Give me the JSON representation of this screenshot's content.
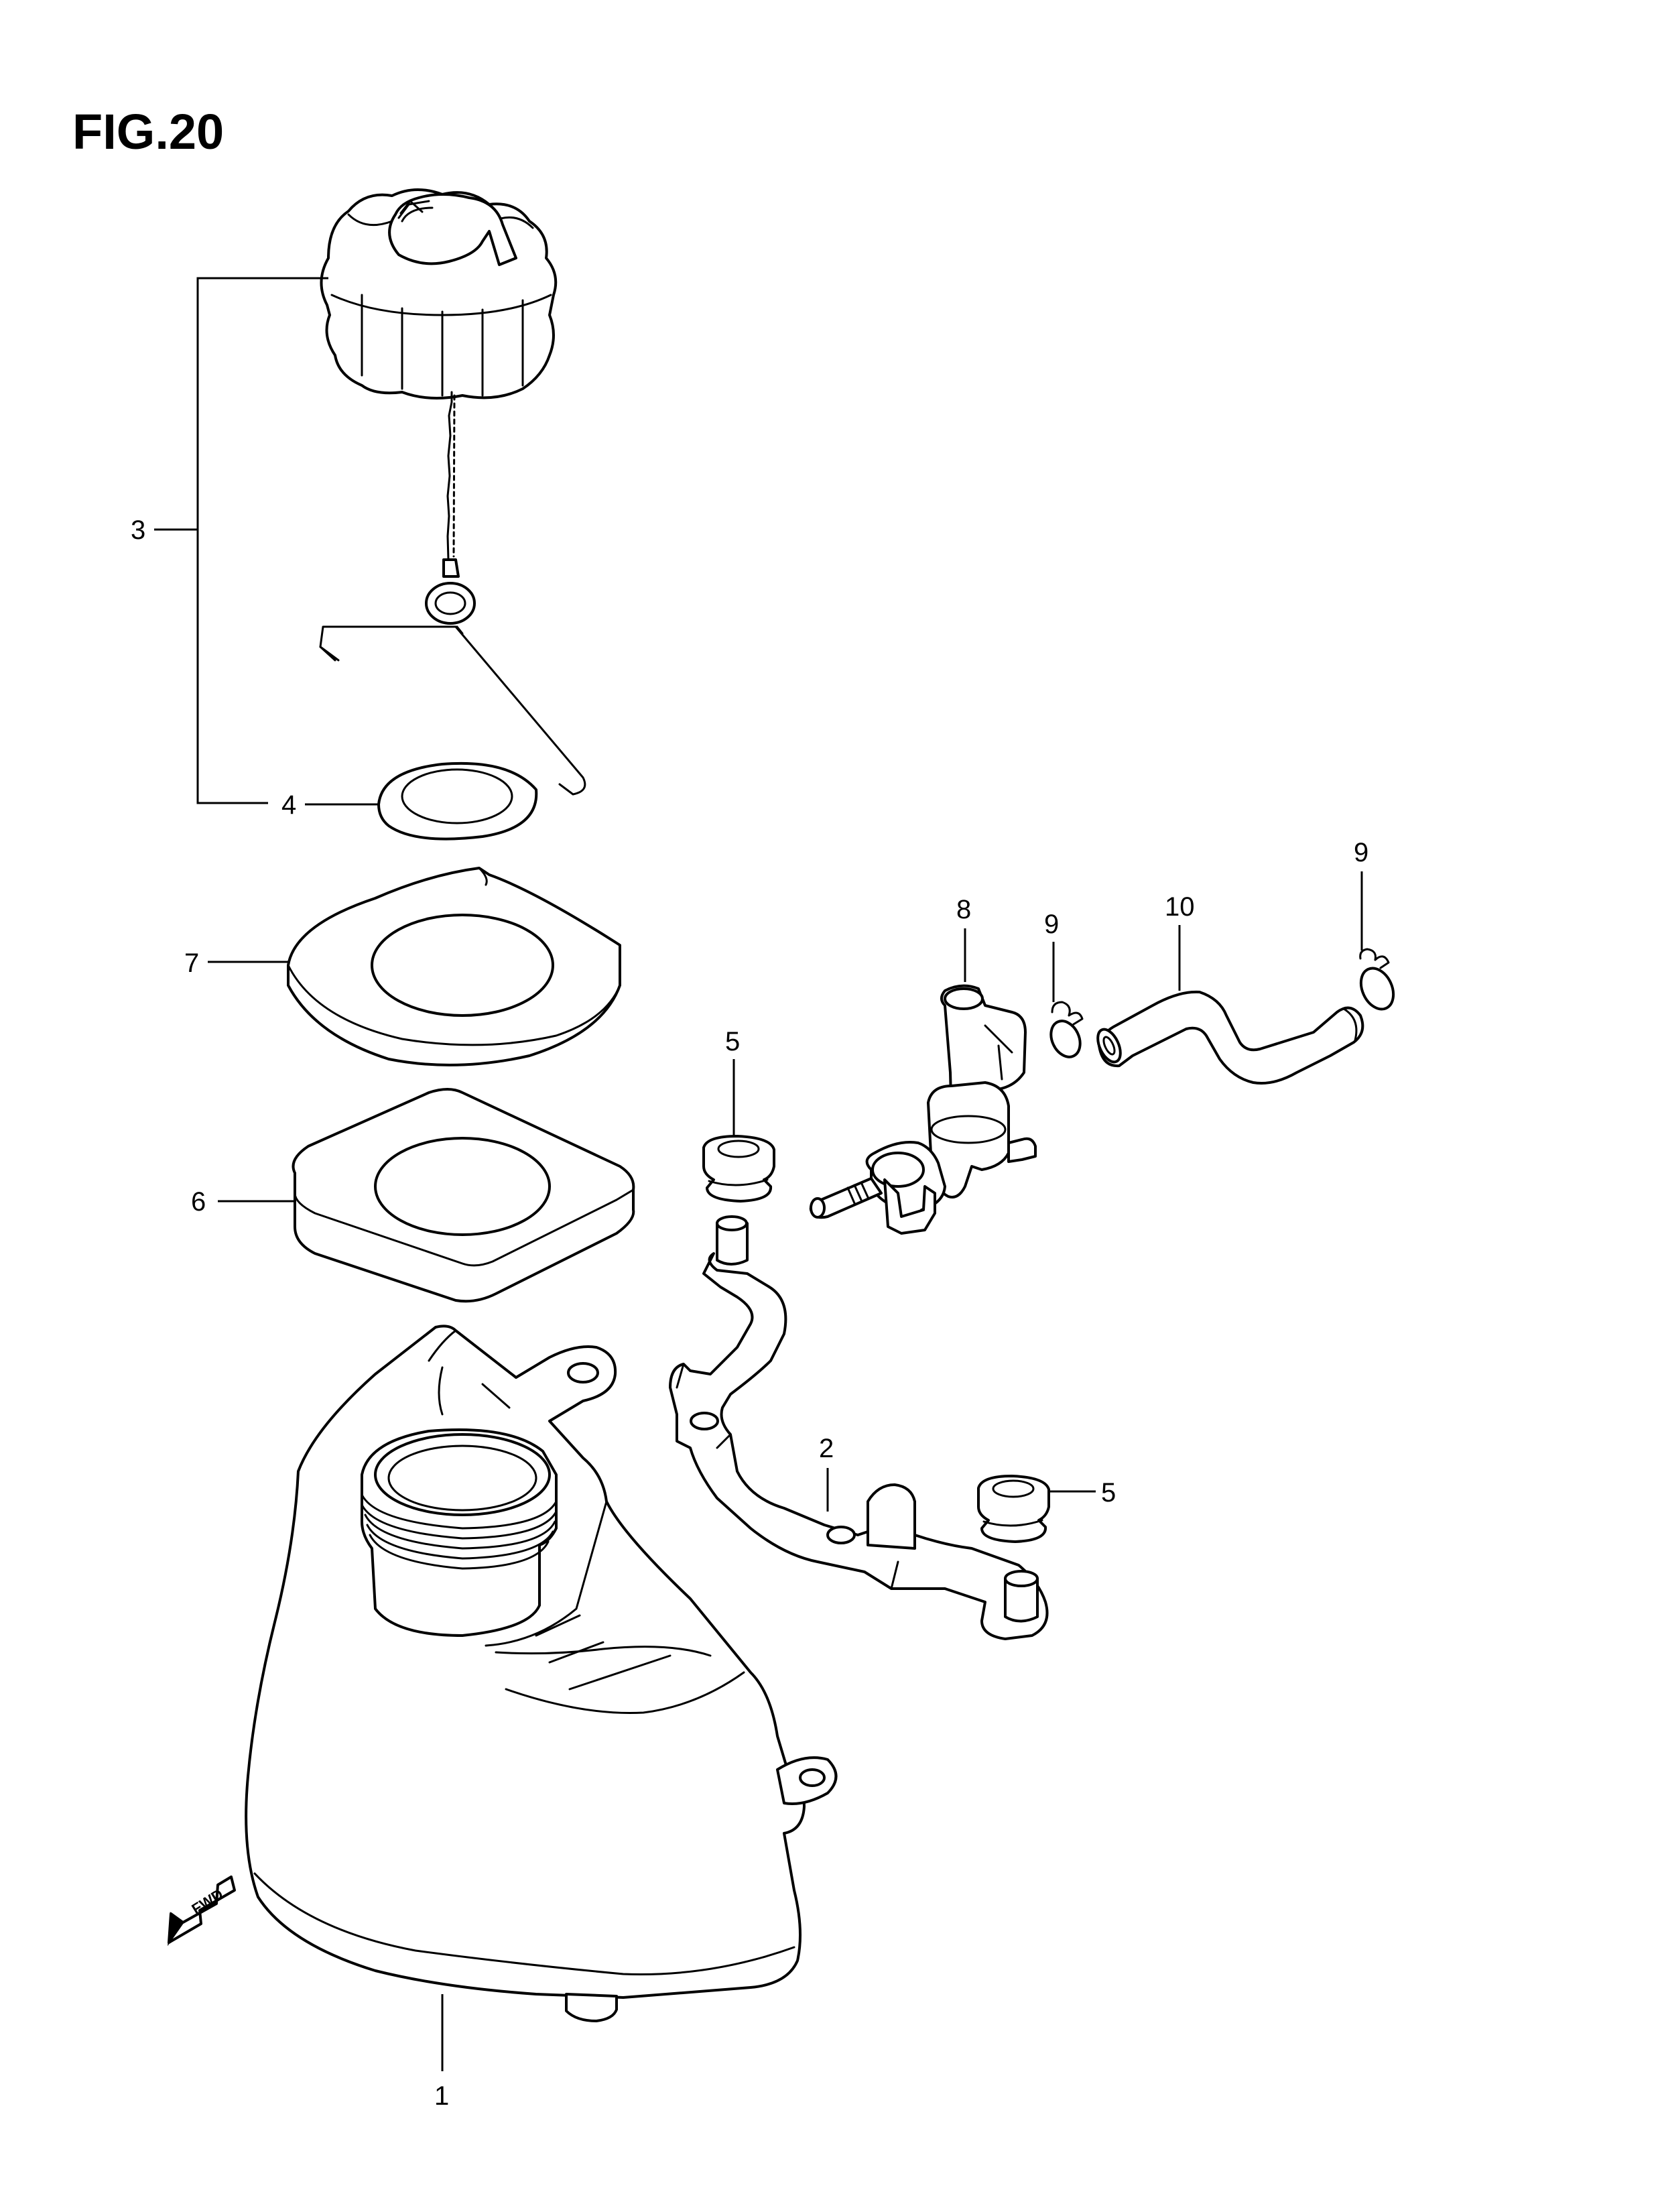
{
  "figure": {
    "title": "FIG.20"
  },
  "callouts": [
    {
      "id": "c3",
      "text": "3"
    },
    {
      "id": "c4",
      "text": "4"
    },
    {
      "id": "c7",
      "text": "7"
    },
    {
      "id": "c6",
      "text": "6"
    },
    {
      "id": "c5a",
      "text": "5"
    },
    {
      "id": "c5b",
      "text": "5"
    },
    {
      "id": "c8",
      "text": "8"
    },
    {
      "id": "c9a",
      "text": "9"
    },
    {
      "id": "c9b",
      "text": "9"
    },
    {
      "id": "c10",
      "text": "10"
    },
    {
      "id": "c2",
      "text": "2"
    },
    {
      "id": "c1",
      "text": "1"
    }
  ],
  "fwd_arrow": {
    "label": "FWD"
  }
}
